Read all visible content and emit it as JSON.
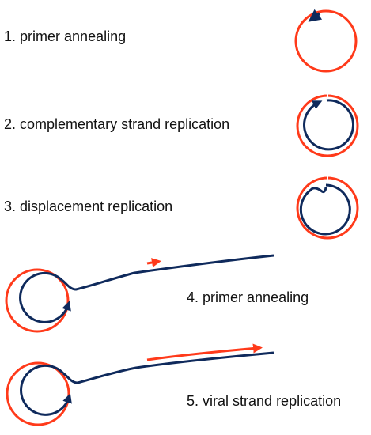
{
  "steps": [
    {
      "number": "1.",
      "text": "primer annealing"
    },
    {
      "number": "2.",
      "text": "complementary strand replication"
    },
    {
      "number": "3.",
      "text": "displacement replication"
    },
    {
      "number": "4.",
      "text": "primer annealing"
    },
    {
      "number": "5.",
      "text": "viral strand replication"
    }
  ],
  "colors": {
    "viral_strand": "#ff3a1a",
    "complementary_strand": "#0f2a5c",
    "text": "#111111"
  }
}
